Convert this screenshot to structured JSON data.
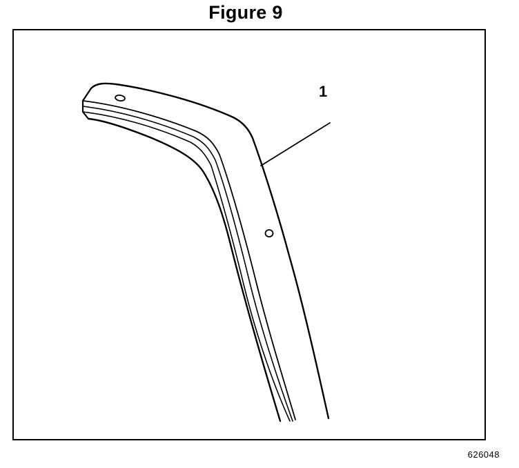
{
  "figure": {
    "title": "Figure 9",
    "callout_number": "1",
    "image_code": "626048"
  }
}
